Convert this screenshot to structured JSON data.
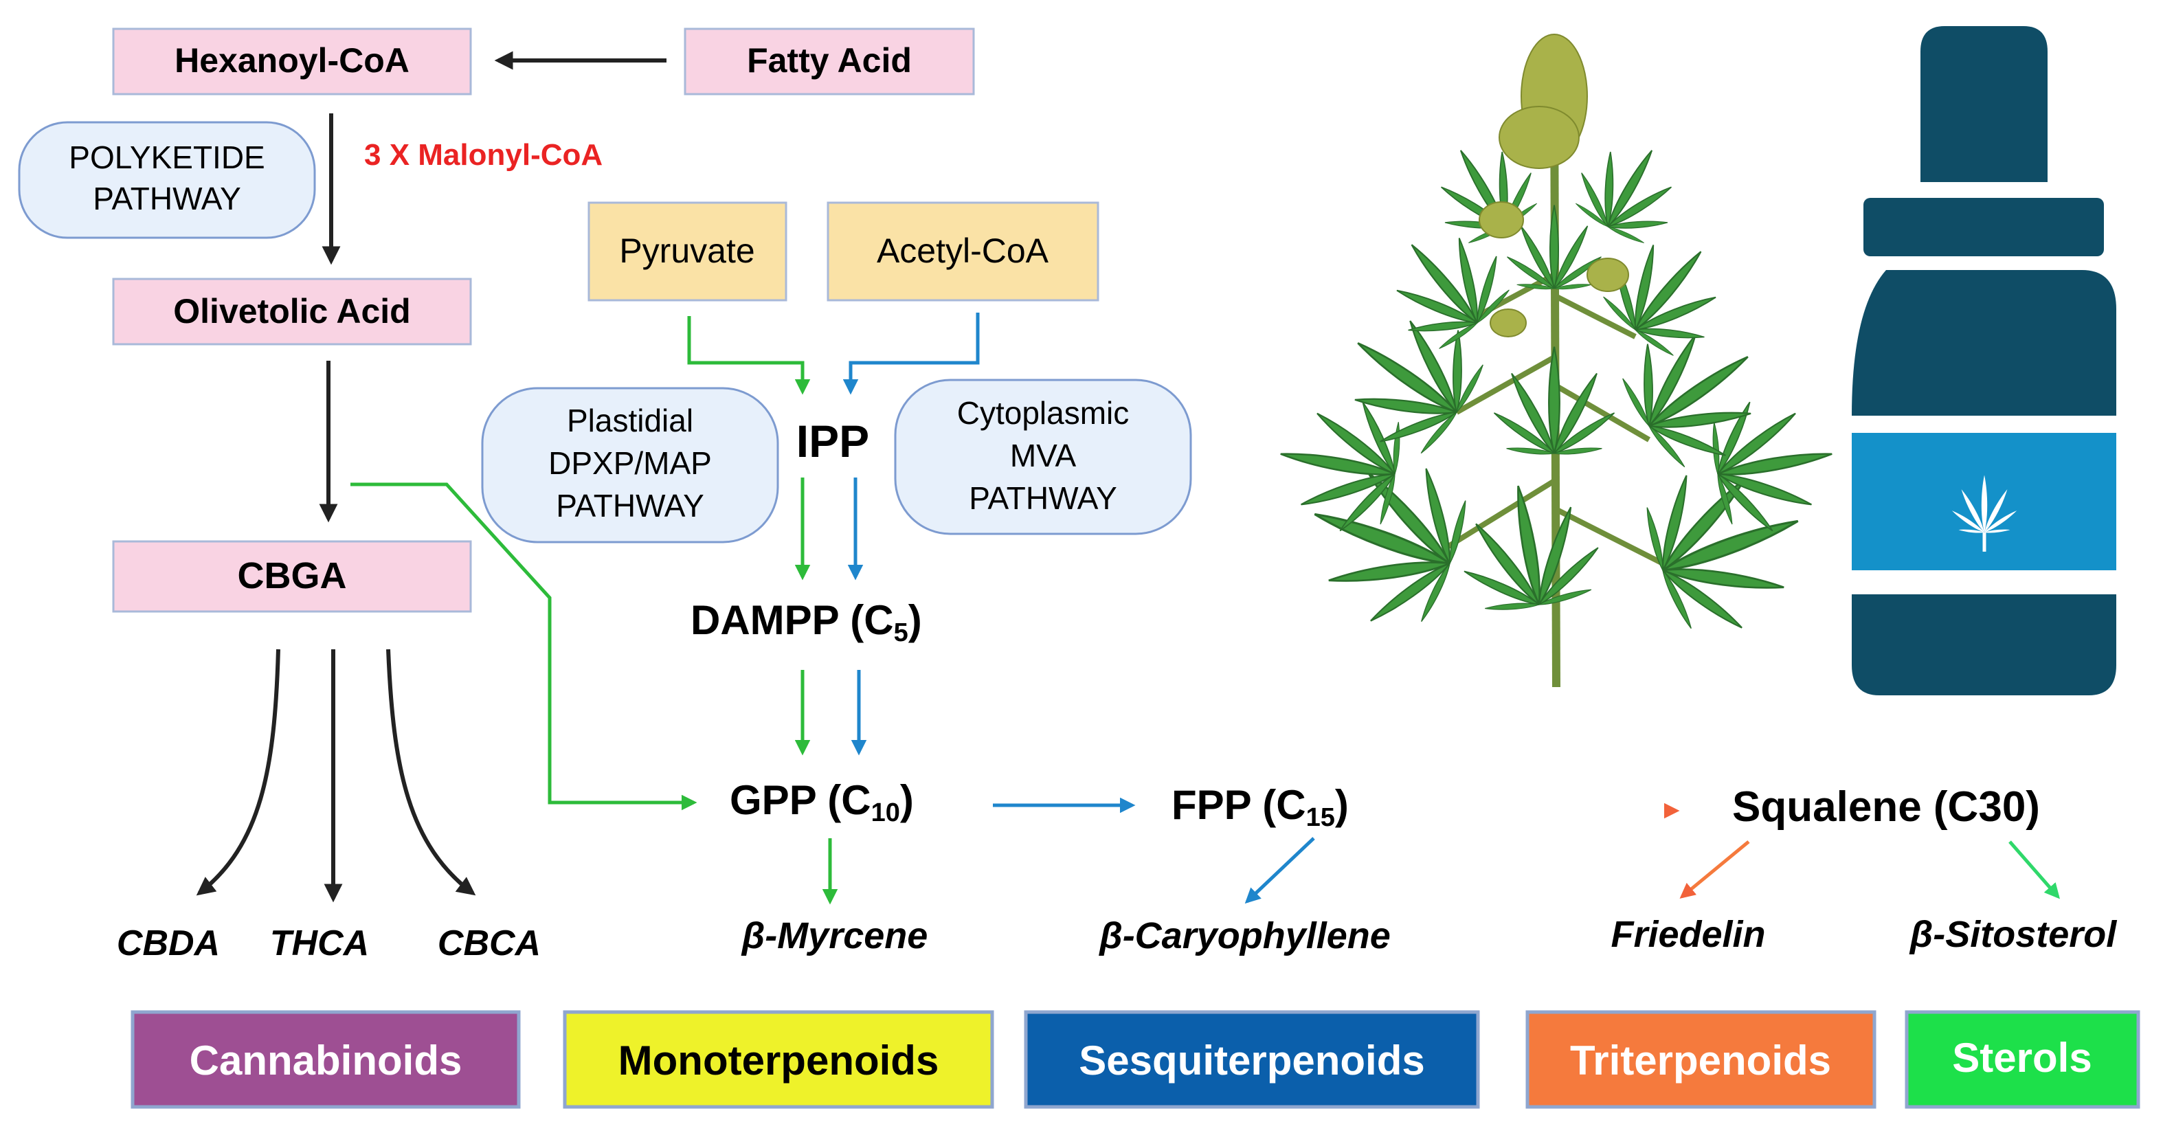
{
  "compounds": {
    "hexanoyl_coa": "Hexanoyl-CoA",
    "fatty_acid": "Fatty Acid",
    "olivetolic_acid": "Olivetolic Acid",
    "cbga": "CBGA",
    "pyruvate": "Pyruvate",
    "acetyl_coa": "Acetyl-CoA",
    "ipp": "IPP",
    "dampp": "DAMPP (C",
    "dampp_sub": "5",
    "gpp": "GPP (C",
    "gpp_sub": "10",
    "fpp": "FPP (C",
    "fpp_sub": "15",
    "squalene": "Squalene (C30)",
    "close_paren": ")"
  },
  "pathways": {
    "polyketide": [
      "POLYKETIDE",
      "PATHWAY"
    ],
    "plastidial": [
      "Plastidial",
      "DPXP/MAP",
      "PATHWAY"
    ],
    "cytoplasmic": [
      "Cytoplasmic",
      "MVA",
      "PATHWAY"
    ],
    "malonyl": "3 X Malonyl-CoA"
  },
  "products": {
    "cbda": "CBDA",
    "thca": "THCA",
    "cbca": "CBCA",
    "myrcene": "β-Myrcene",
    "caryophyllene": "β-Caryophyllene",
    "friedelin": "Friedelin",
    "sitosterol": "β-Sitosterol"
  },
  "classes": [
    {
      "label": "Cannabinoids",
      "color": "#9e4f93",
      "text_color": "#ffffff"
    },
    {
      "label": "Monoterpenoids",
      "color": "#eef22a",
      "text_color": "#000000"
    },
    {
      "label": "Sesquiterpenoids",
      "color": "#0b5fab",
      "text_color": "#ffffff"
    },
    {
      "label": "Triterpenoids",
      "color": "#f57a3d",
      "text_color": "#ffffff"
    },
    {
      "label": "Sterols",
      "color": "#1de04a",
      "text_color": "#ffffff"
    }
  ],
  "colors": {
    "compound_box": "#f9d3e3",
    "compound_box_border": "#a9b9d9",
    "precursor_box": "#fae2a6",
    "pathway_bubble": "#e7f0fb",
    "malonyl_text": "#ea2323",
    "arrow_black": "#222222",
    "arrow_green": "#2dbb3a",
    "arrow_blue": "#1f86cc",
    "arrow_orange": "#f2623a",
    "arrow_teal_green": "#2fd86a",
    "plant_green": "#3e9a3c",
    "bud": "#a9b24a",
    "bottle": "#0f4d66",
    "bottle_label": "#1491c9"
  },
  "icons": {
    "plant": "cannabis-plant-icon",
    "bottle": "cbd-oil-bottle-icon",
    "leaf": "cannabis-leaf-icon"
  }
}
